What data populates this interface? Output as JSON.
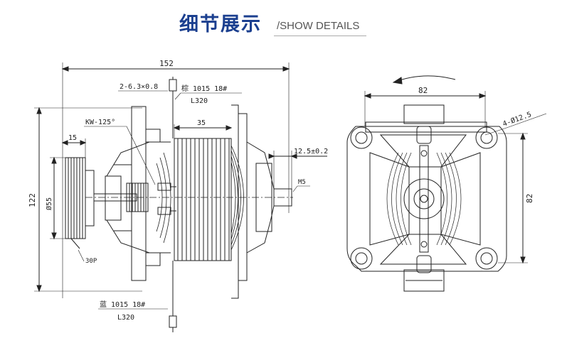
{
  "header": {
    "title_cn": "细节展示",
    "title_en": "/SHOW DETAILS"
  },
  "side_view": {
    "dim_overall_width": "152",
    "dim_terminal": "2-6.3×0.8",
    "wire_top_label": "棕 1015 18#",
    "wire_top_length": "L320",
    "thermostat_label": "KW-125°",
    "dim_stack": "35",
    "dim_fan_offset": "15",
    "dim_shaft_extension": "12.5±0.2",
    "shaft_thread": "M5",
    "dim_height": "122",
    "fan_diameter": "Ø55",
    "fan_teeth": "30P",
    "wire_bottom_label": "蓝 1015 18#",
    "wire_bottom_length": "L320"
  },
  "front_view": {
    "dim_width": "82",
    "dim_height": "82",
    "mount_holes": "4-Ø12.5"
  }
}
